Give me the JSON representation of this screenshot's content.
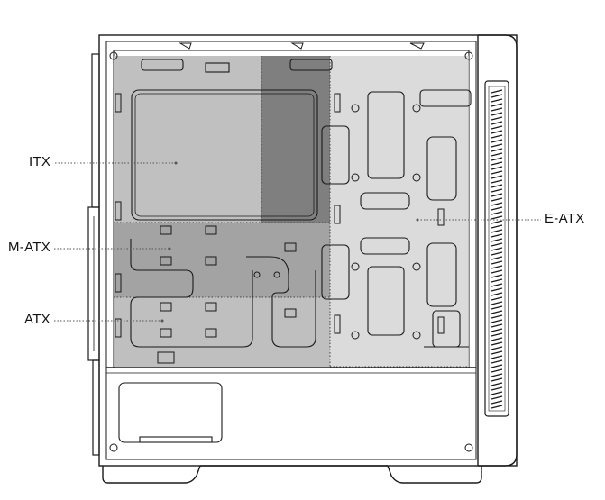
{
  "diagram": {
    "labels": {
      "itx": "ITX",
      "matx": "M-ATX",
      "atx": "ATX",
      "eatx": "E-ATX"
    },
    "colors": {
      "outline": "#1a1a1a",
      "itx_zone": "#6f6f6f",
      "matx_zone": "#999999",
      "atx_zone": "#b4b4b4",
      "eatx_zone": "#cfcfcf",
      "leader": "#555555"
    }
  }
}
